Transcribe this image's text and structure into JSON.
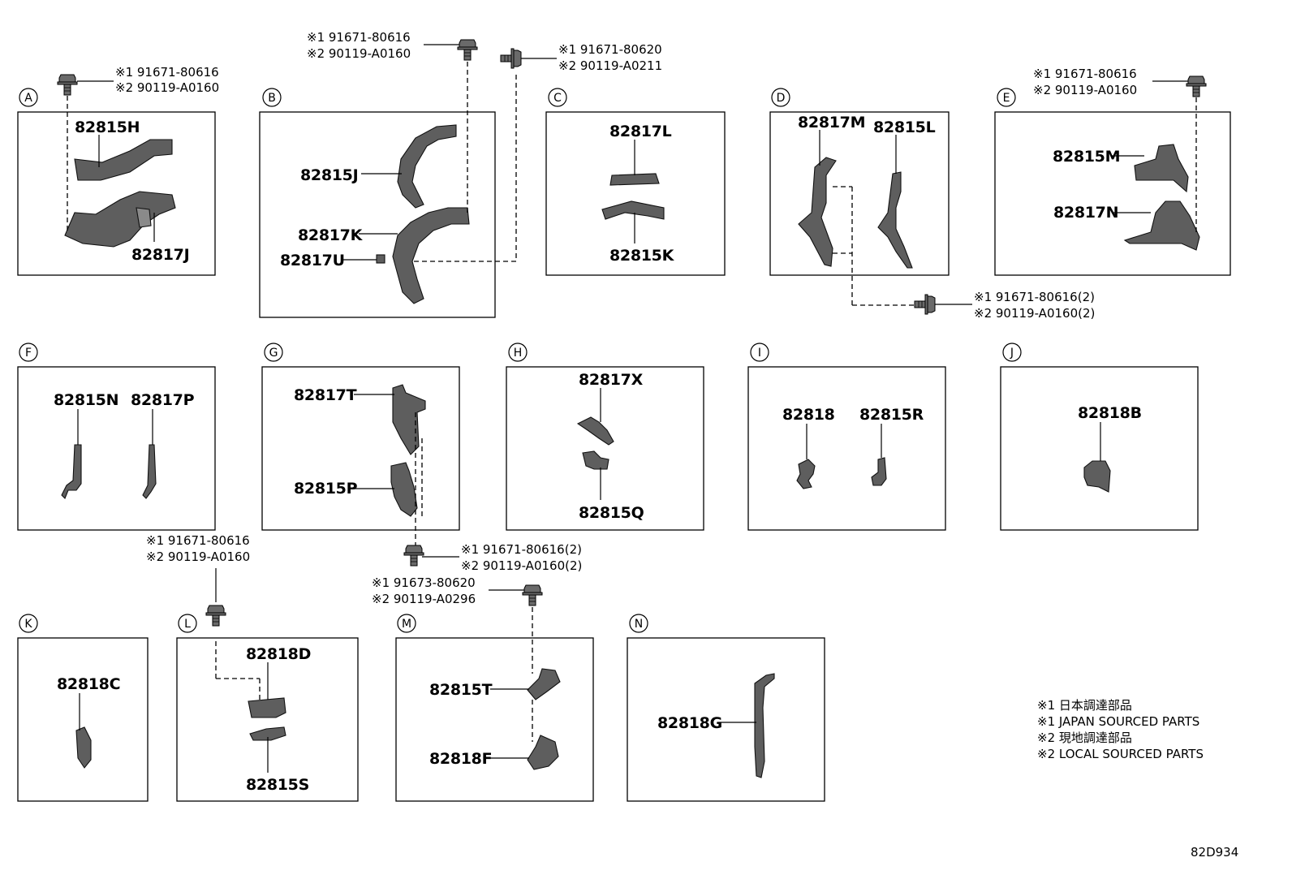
{
  "panels": {
    "A": {
      "letter": "A",
      "top_part": "82815H",
      "bottom_part": "82817J"
    },
    "B": {
      "letter": "B",
      "part_1": "82815J",
      "part_2": "82817K",
      "part_3": "82817U"
    },
    "C": {
      "letter": "C",
      "top_part": "82817L",
      "bottom_part": "82815K"
    },
    "D": {
      "letter": "D",
      "left_part": "82817M",
      "right_part": "82815L"
    },
    "E": {
      "letter": "E",
      "top_part": "82815M",
      "bottom_part": "82817N"
    },
    "F": {
      "letter": "F",
      "left_part": "82815N",
      "right_part": "82817P"
    },
    "G": {
      "letter": "G",
      "top_part": "82817T",
      "bottom_part": "82815P"
    },
    "H": {
      "letter": "H",
      "top_part": "82817X",
      "bottom_part": "82815Q"
    },
    "I": {
      "letter": "I",
      "left_part": "82818",
      "right_part": "82815R"
    },
    "J": {
      "letter": "J",
      "part": "82818B"
    },
    "K": {
      "letter": "K",
      "part": "82818C"
    },
    "L": {
      "letter": "L",
      "top_part": "82818D",
      "bottom_part": "82815S"
    },
    "M": {
      "letter": "M",
      "top_part": "82815T",
      "bottom_part": "82818F"
    },
    "N": {
      "letter": "N",
      "part": "82818G"
    }
  },
  "fasteners": {
    "a": {
      "line1": "※1 91671-80616",
      "line2": "※2 90119-A0160"
    },
    "b1": {
      "line1": "※1 91671-80616",
      "line2": "※2 90119-A0160"
    },
    "b2": {
      "line1": "※1 91671-80620",
      "line2": "※2 90119-A0211"
    },
    "e": {
      "line1": "※1 91671-80616",
      "line2": "※2 90119-A0160"
    },
    "d": {
      "line1": "※1 91671-80616(2)",
      "line2": "※2 90119-A0160(2)"
    },
    "l": {
      "line1": "※1 91671-80616",
      "line2": "※2 90119-A0160"
    },
    "g": {
      "line1": "※1 91671-80616(2)",
      "line2": "※2 90119-A0160(2)"
    },
    "m": {
      "line1": "※1 91673-80620",
      "line2": "※2 90119-A0296"
    }
  },
  "legend": {
    "line1": "※1 日本調達部品",
    "line2": "※1 JAPAN SOURCED PARTS",
    "line3": "※2 現地調達部品",
    "line4": "※2 LOCAL SOURCED PARTS"
  },
  "diagram_code": "82D934",
  "colors": {
    "ink": "#000000",
    "part_fill": "#5e5e5e",
    "background": "#ffffff"
  }
}
